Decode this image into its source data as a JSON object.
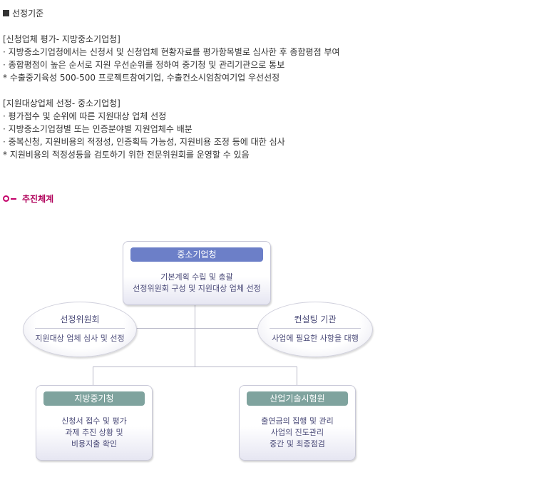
{
  "criteria": {
    "heading": "선정기준",
    "group1_title": "[신청업체 평가- 지방중소기업청]",
    "group1_items": [
      "· 지방중소기업청에서는 신청서 및 신청업체 현황자료를 평가항목별로 심사한 후 종합평점 부여",
      "· 종합평점이 높은 순서로 지원 우선순위를 정하여 중기청 및 관리기관으로 통보",
      "* 수출중기육성 500-500 프로젝트참여기업, 수출컨소시엄참여기업 우선선정"
    ],
    "group2_title": "[지원대상업체 선정- 중소기업청]",
    "group2_items": [
      "· 평가점수 및 순위에 따른 지원대상 업체 선정",
      "· 지방중소기업청별 또는 인증분야별 지원업체수 배분",
      "· 중복신청, 지원비용의 적정성, 인증획득 가능성, 지원비용 조정 등에 대한 심사",
      "* 지원비용의 적정성등을 검토하기 위한 전문위원회를 운영할 수 있음"
    ]
  },
  "system": {
    "heading": "추진체계",
    "top": {
      "title": "중소기업청",
      "lines": [
        "기본계획 수립 및 총괄",
        "선정위원회 구성 및 지원대상 업체 선정"
      ],
      "color": "#6c7fc8"
    },
    "left_ellipse": {
      "title": "선정위원회",
      "body": "지원대상 업체 심사 및 선정"
    },
    "right_ellipse": {
      "title": "컨설팅 기관",
      "body": "사업에 필요한 사항을 대행"
    },
    "bottom_left": {
      "title": "지방중기청",
      "lines": [
        "신청서 접수 및 평가",
        "과제 추진 상황 및",
        "비용지출 확인"
      ],
      "color": "#7fa39e"
    },
    "bottom_right": {
      "title": "산업기술시험원",
      "lines": [
        "출연금의 집행 및 관리",
        "사업의 진도관리",
        "중간 및 최종점검"
      ],
      "color": "#7fa39e"
    }
  }
}
